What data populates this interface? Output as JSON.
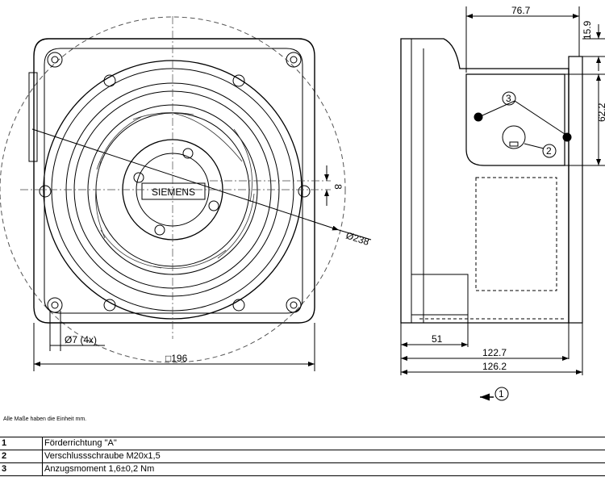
{
  "brand_label": "SIEMENS",
  "dimensions": {
    "depth_top": "76.7",
    "height_top": "15.9",
    "height_cover": "62.2",
    "offset_8": "8",
    "diameter_238": "Ø238",
    "hole_dia": "Ø7 (4x)",
    "square_196": "□196",
    "d51": "51",
    "d122": "122.7",
    "d126": "126.2"
  },
  "callouts": {
    "c1": "1",
    "c2": "2",
    "c3": "3"
  },
  "note": "Alle Maße haben die Einheit mm.",
  "legend": [
    {
      "num": "1",
      "text": "Förderrichtung \"A\""
    },
    {
      "num": "2",
      "text": "Verschlussschraube M20x1,5"
    },
    {
      "num": "3",
      "text": "Anzugsmoment 1,6±0,2 Nm"
    }
  ]
}
